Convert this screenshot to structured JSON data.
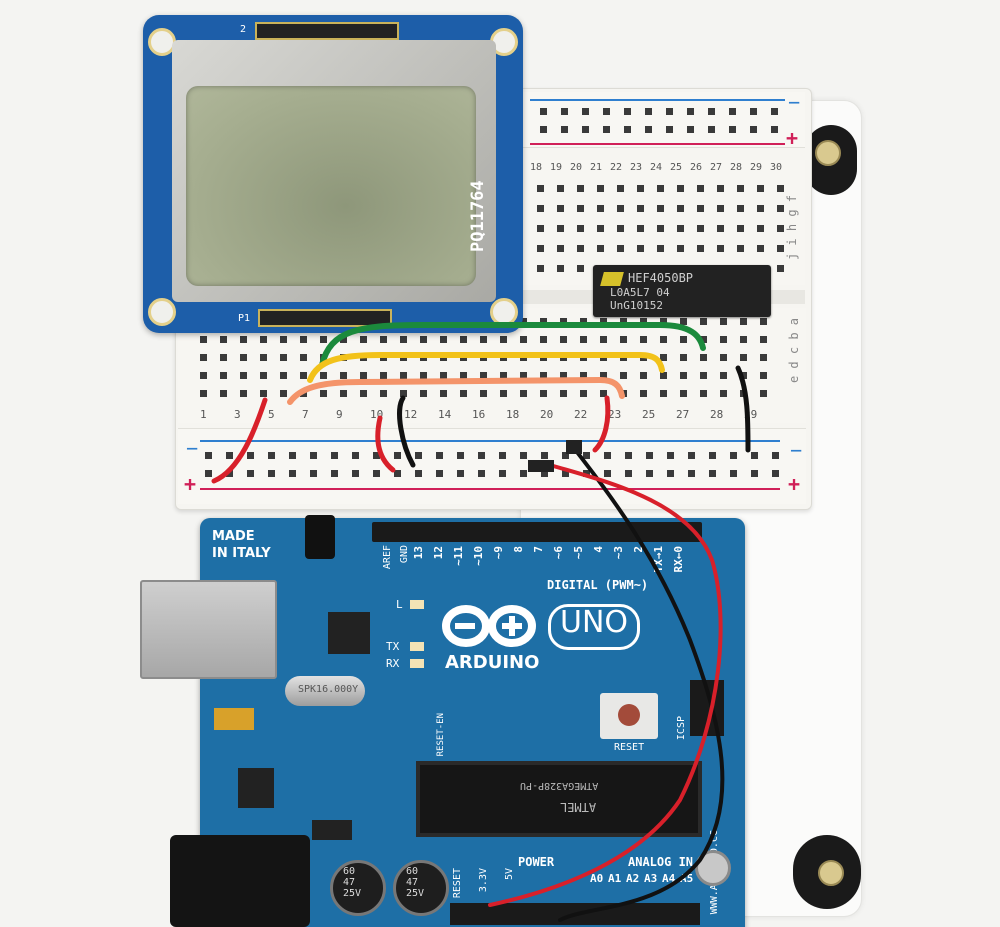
{
  "lcd_module": {
    "part_number": "PQ11764",
    "header_label_top": "2",
    "header_label_bottom": "P1"
  },
  "breadcrumb_board": {
    "column_numbers_top": [
      "18",
      "19",
      "20",
      "21",
      "22",
      "23",
      "24",
      "25",
      "26",
      "27",
      "28",
      "29",
      "30"
    ],
    "column_numbers_bottom": [
      "1",
      "3",
      "5",
      "7",
      "9",
      "10",
      "12",
      "14",
      "16",
      "18",
      "20",
      "22",
      "23",
      "25",
      "27",
      "28",
      "29"
    ],
    "row_letters_top": "j i h g f",
    "row_letters_bottom": "e d c b a",
    "rail_minus": "−",
    "rail_plus": "+"
  },
  "level_shifter_chip": {
    "line1": "HEF4050BP",
    "line2": "L0A5L7  04",
    "line3": "UnG10152"
  },
  "arduino": {
    "made_in": "MADE\nIN ITALY",
    "aref": "AREF",
    "gnd": "GND",
    "digital_pins": [
      "13",
      "12",
      "~11",
      "~10",
      "~9",
      "8",
      "7",
      "~6",
      "~5",
      "4",
      "~3",
      "2",
      "TX→1",
      "RX←0"
    ],
    "digital_label": "DIGITAL (PWM~)",
    "brand": "ARDUINO",
    "model": "UNO",
    "led_l": "L",
    "led_tx": "TX",
    "led_rx": "RX",
    "crystal": "SPK16.000Y",
    "reset_label": "RESET",
    "reset_en": "RESET-EN",
    "icsp": "ICSP",
    "mcu": "ATMEGA328P-PU",
    "mcu_brand": "ATMEL",
    "website": "WWW.ARDUINO.CC",
    "power_label": "POWER",
    "analog_label": "ANALOG IN",
    "power_pins": [
      "RESET",
      "3.3V",
      "5V"
    ],
    "analog_pins": [
      "A0",
      "A1",
      "A2",
      "A3",
      "A4",
      "A5"
    ],
    "cap1": "60\n47\n25V",
    "cap2": "60\n47\n25V"
  },
  "colors": {
    "pcb_blue": "#1e6fa6",
    "lcd_glass": "#a3ab8c",
    "wire_green": "#1b8a3c",
    "wire_yellow": "#f2c21a",
    "wire_salmon": "#f4946a",
    "wire_red": "#d8202a",
    "wire_black": "#111111"
  }
}
